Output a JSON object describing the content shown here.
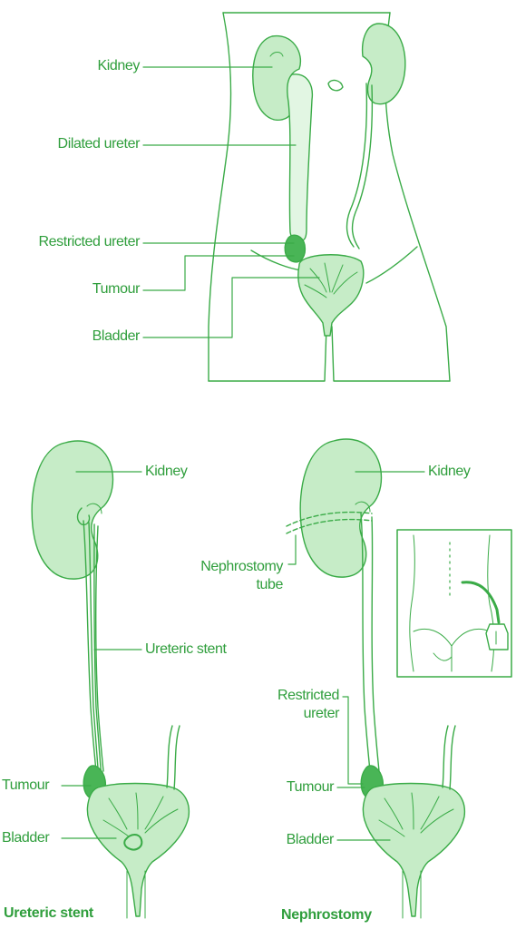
{
  "colors": {
    "line": "#3aab47",
    "text": "#2f9e3c",
    "organ_fill": "#c6ecc7",
    "organ_light": "#e2f6e3",
    "tumour_fill": "#49b556"
  },
  "top_figure": {
    "labels": {
      "kidney": "Kidney",
      "dilated_ureter": "Dilated ureter",
      "restricted_ureter": "Restricted ureter",
      "tumour": "Tumour",
      "bladder": "Bladder"
    }
  },
  "stent_figure": {
    "labels": {
      "kidney": "Kidney",
      "stent": "Ureteric stent",
      "tumour": "Tumour",
      "bladder": "Bladder"
    },
    "caption": "Ureteric stent"
  },
  "nephrostomy_figure": {
    "labels": {
      "kidney": "Kidney",
      "tube_line1": "Nephrostomy",
      "tube_line2": "tube",
      "restricted_line1": "Restricted",
      "restricted_line2": "ureter",
      "tumour": "Tumour",
      "bladder": "Bladder"
    },
    "caption": "Nephrostomy"
  }
}
